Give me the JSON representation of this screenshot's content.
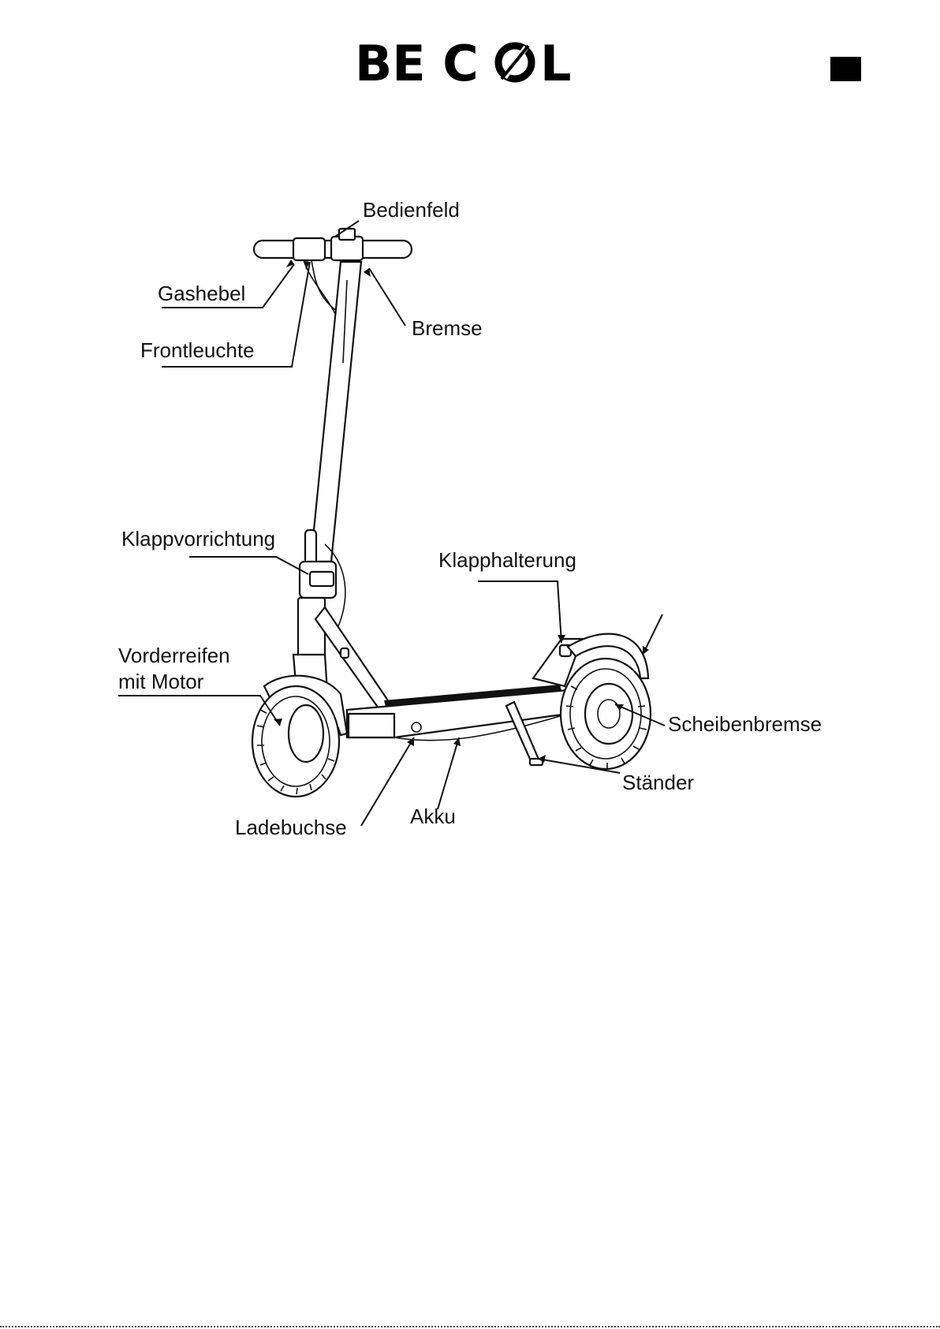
{
  "brand": {
    "name": "BE COOL",
    "part1": "BE C",
    "part2": "L"
  },
  "labels": {
    "bedienfeld": "Bedienfeld",
    "gashebel": "Gashebel",
    "bremse": "Bremse",
    "frontleuchte": "Frontleuchte",
    "klappvorrichtung": "Klappvorrichtung",
    "klapphalterung": "Klapphalterung",
    "vorderreifen_line1": "Vorderreifen",
    "vorderreifen_line2": "mit Motor",
    "scheibenbremse": "Scheibenbremse",
    "staender": "Ständer",
    "ladebuchse": "Ladebuchse",
    "akku": "Akku"
  }
}
